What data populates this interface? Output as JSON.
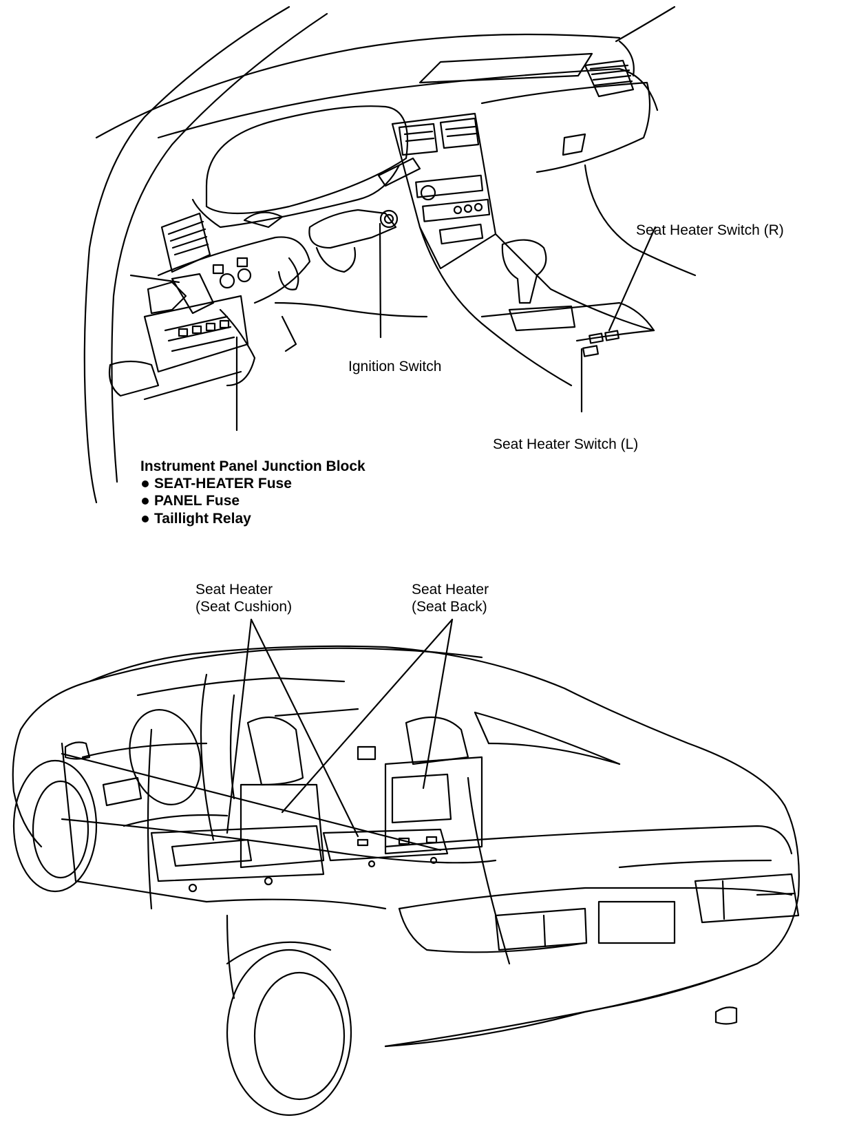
{
  "figure": {
    "dashboard_labels": {
      "seat_heater_switch_r": "Seat Heater Switch (R)",
      "ignition_switch": "Ignition Switch",
      "seat_heater_switch_l": "Seat Heater Switch (L)",
      "junction_block": {
        "title": "Instrument Panel Junction Block",
        "items": [
          "SEAT-HEATER Fuse",
          "PANEL Fuse",
          "Taillight Relay"
        ]
      }
    },
    "car_labels": {
      "seat_cushion": {
        "line1": "Seat Heater",
        "line2": "(Seat Cushion)"
      },
      "seat_back": {
        "line1": "Seat Heater",
        "line2": "(Seat Back)"
      }
    }
  }
}
